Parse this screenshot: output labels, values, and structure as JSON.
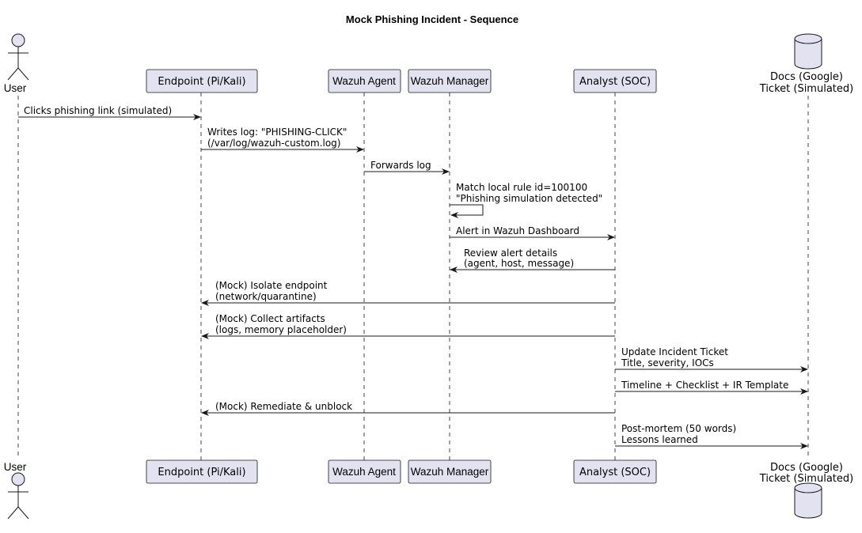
{
  "title": "Mock Phishing Incident - Sequence",
  "colors": {
    "participant_fill": "#e2e2f0",
    "line": "#181818"
  },
  "participants": [
    {
      "id": "user",
      "kind": "actor",
      "label": "User"
    },
    {
      "id": "endpoint",
      "kind": "box",
      "label": "Endpoint (Pi/Kali)"
    },
    {
      "id": "agent",
      "kind": "box",
      "label": "Wazuh Agent"
    },
    {
      "id": "manager",
      "kind": "box",
      "label": "Wazuh Manager"
    },
    {
      "id": "analyst",
      "kind": "box",
      "label": "Analyst (SOC)"
    },
    {
      "id": "docs",
      "kind": "database",
      "label_lines": [
        "Docs (Google)",
        "Ticket (Simulated)"
      ]
    }
  ],
  "messages": [
    {
      "from": "user",
      "to": "endpoint",
      "lines": [
        "Clicks phishing link (simulated)"
      ]
    },
    {
      "from": "endpoint",
      "to": "agent",
      "lines": [
        "Writes log: \"PHISHING-CLICK\"",
        "(/var/log/wazuh-custom.log)"
      ]
    },
    {
      "from": "agent",
      "to": "manager",
      "lines": [
        "Forwards log"
      ]
    },
    {
      "from": "manager",
      "to": "manager",
      "lines": [
        "Match local rule id=100100",
        "\"Phishing simulation detected\""
      ]
    },
    {
      "from": "manager",
      "to": "analyst",
      "lines": [
        "Alert in Wazuh Dashboard"
      ]
    },
    {
      "from": "analyst",
      "to": "manager",
      "lines": [
        "Review alert details",
        "(agent, host, message)"
      ]
    },
    {
      "from": "analyst",
      "to": "endpoint",
      "lines": [
        "(Mock) Isolate endpoint",
        "(network/quarantine)"
      ]
    },
    {
      "from": "analyst",
      "to": "endpoint",
      "lines": [
        "(Mock) Collect artifacts",
        "(logs, memory placeholder)"
      ]
    },
    {
      "from": "analyst",
      "to": "docs",
      "lines": [
        "Update Incident Ticket",
        "Title, severity, IOCs"
      ]
    },
    {
      "from": "analyst",
      "to": "docs",
      "lines": [
        "Timeline + Checklist + IR Template"
      ]
    },
    {
      "from": "analyst",
      "to": "endpoint",
      "lines": [
        "(Mock) Remediate & unblock"
      ]
    },
    {
      "from": "analyst",
      "to": "docs",
      "lines": [
        "Post-mortem (50 words)",
        "Lessons learned"
      ]
    }
  ]
}
